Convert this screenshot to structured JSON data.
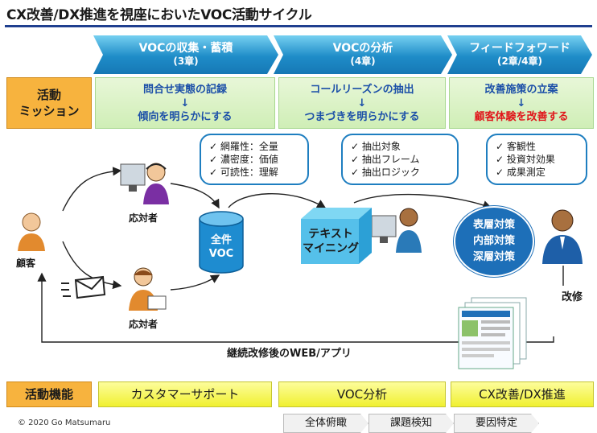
{
  "title": "CX改善/DX推進を視座においたVOC活動サイクル",
  "phases": [
    {
      "label": "VOCの収集・蓄積",
      "chapter": "(3章)"
    },
    {
      "label": "VOCの分析",
      "chapter": "(4章)"
    },
    {
      "label": "フィードフォワード",
      "chapter": "(2章/4章)"
    }
  ],
  "mission": {
    "label_line1": "活動",
    "label_line2": "ミッション",
    "boxes": [
      {
        "top": "問合せ実態の記録",
        "arrow": "↓",
        "bottom": "傾向を明らかにする"
      },
      {
        "top": "コールリーズンの抽出",
        "arrow": "↓",
        "bottom": "つまづきを明らかにする"
      },
      {
        "top": "改善施策の立案",
        "arrow": "↓",
        "bottom": "顧客体験を改善する"
      }
    ]
  },
  "callouts": [
    {
      "items": [
        "網羅性：全量",
        "濃密度：価値",
        "可読性：理解"
      ]
    },
    {
      "items": [
        "抽出対象",
        "抽出フレーム",
        "抽出ロジック"
      ]
    },
    {
      "items": [
        "客観性",
        "投資対効果",
        "成果測定"
      ]
    }
  ],
  "diagram": {
    "customer": "顧客",
    "responder_top": "応対者",
    "responder_bottom": "応対者",
    "database_line1": "全件",
    "database_line2": "VOC",
    "mining_line1": "テキスト",
    "mining_line2": "マイニング",
    "measures": [
      "表層対策",
      "内部対策",
      "深層対策"
    ],
    "improve": "改修",
    "feedback": "継続改修後のWEB/アプリ"
  },
  "functions": {
    "label": "活動機能",
    "boxes": [
      "カスタマーサポート",
      "VOC分析",
      "CX改善/DX推進"
    ]
  },
  "steps": [
    "全体俯瞰",
    "課題検知",
    "要因特定"
  ],
  "copyright": "© 2020 Go Matsumaru",
  "colors": {
    "title_rule": "#1f3f8f",
    "chevron": "#1e8cc8",
    "mission_text": "#1b4fa8",
    "accent_red": "#e0161b",
    "orange": "#f7b33e",
    "yellow": "#f0f030"
  }
}
